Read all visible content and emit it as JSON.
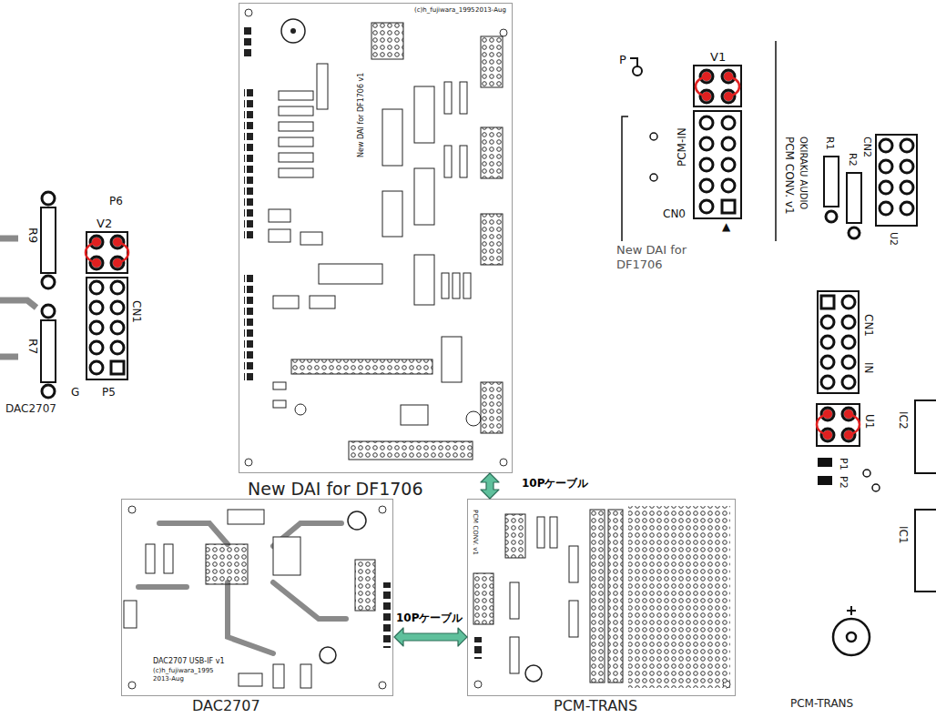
{
  "diagram": {
    "nodes": [
      {
        "text": [
          "New DAI for DF1706"
        ]
      },
      {
        "text": [
          "DAC2707"
        ]
      },
      {
        "text": [
          "New DAI for DF1706"
        ]
      },
      {
        "text": [
          "DAC2707"
        ]
      },
      {
        "text": [
          "PCM-TRANS"
        ]
      },
      {
        "text": [
          "PCM-TRANS"
        ]
      }
    ],
    "edges": [
      {
        "from": 0,
        "to": 4,
        "arrow": "both",
        "label": "10Pケーブル"
      },
      {
        "from": 3,
        "to": 4,
        "arrow": "both",
        "label": "10Pケーブル"
      }
    ],
    "labels": [
      "(c)h_fujiwara_1995",
      "2013-Aug",
      "New DAI for DF1706 v1",
      "DAC2707 USB-IF v1",
      "(c)h_fujiwara_1995",
      "2013-Aug",
      "PCM CONV. v1",
      "R9",
      "V2",
      "P6",
      "CN1",
      "R7",
      "G",
      "P5",
      "P",
      "V1",
      "PCM-IN",
      "CN0",
      "▲",
      "PCM CONV. v1",
      "OKIRAKU AUDIO",
      "R1",
      "R2",
      "CN2",
      "U2",
      "CN1",
      "IN",
      "U1",
      "IC2",
      "P1",
      "P2",
      "IC1"
    ]
  }
}
